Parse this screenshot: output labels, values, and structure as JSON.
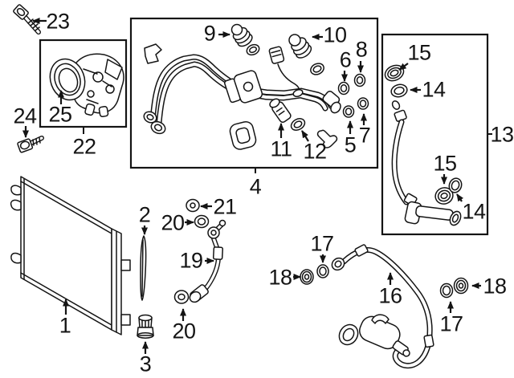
{
  "diagram": {
    "background": "#ffffff",
    "line_color": "#141414",
    "callouts": {
      "c23": "23",
      "c25": "25",
      "c22": "22",
      "c24": "24",
      "c4": "4",
      "c9": "9",
      "c10": "10",
      "c6": "6",
      "c8": "8",
      "c5": "5",
      "c7": "7",
      "c11": "11",
      "c12": "12",
      "c13": "13",
      "c15a": "15",
      "c14a": "14",
      "c15b": "15",
      "c14b": "14",
      "c1": "1",
      "c2": "2",
      "c3": "3",
      "c21": "21",
      "c20a": "20",
      "c19": "19",
      "c20b": "20",
      "c17a": "17",
      "c18a": "18",
      "c16": "16",
      "c17b": "17",
      "c18b": "18"
    }
  }
}
